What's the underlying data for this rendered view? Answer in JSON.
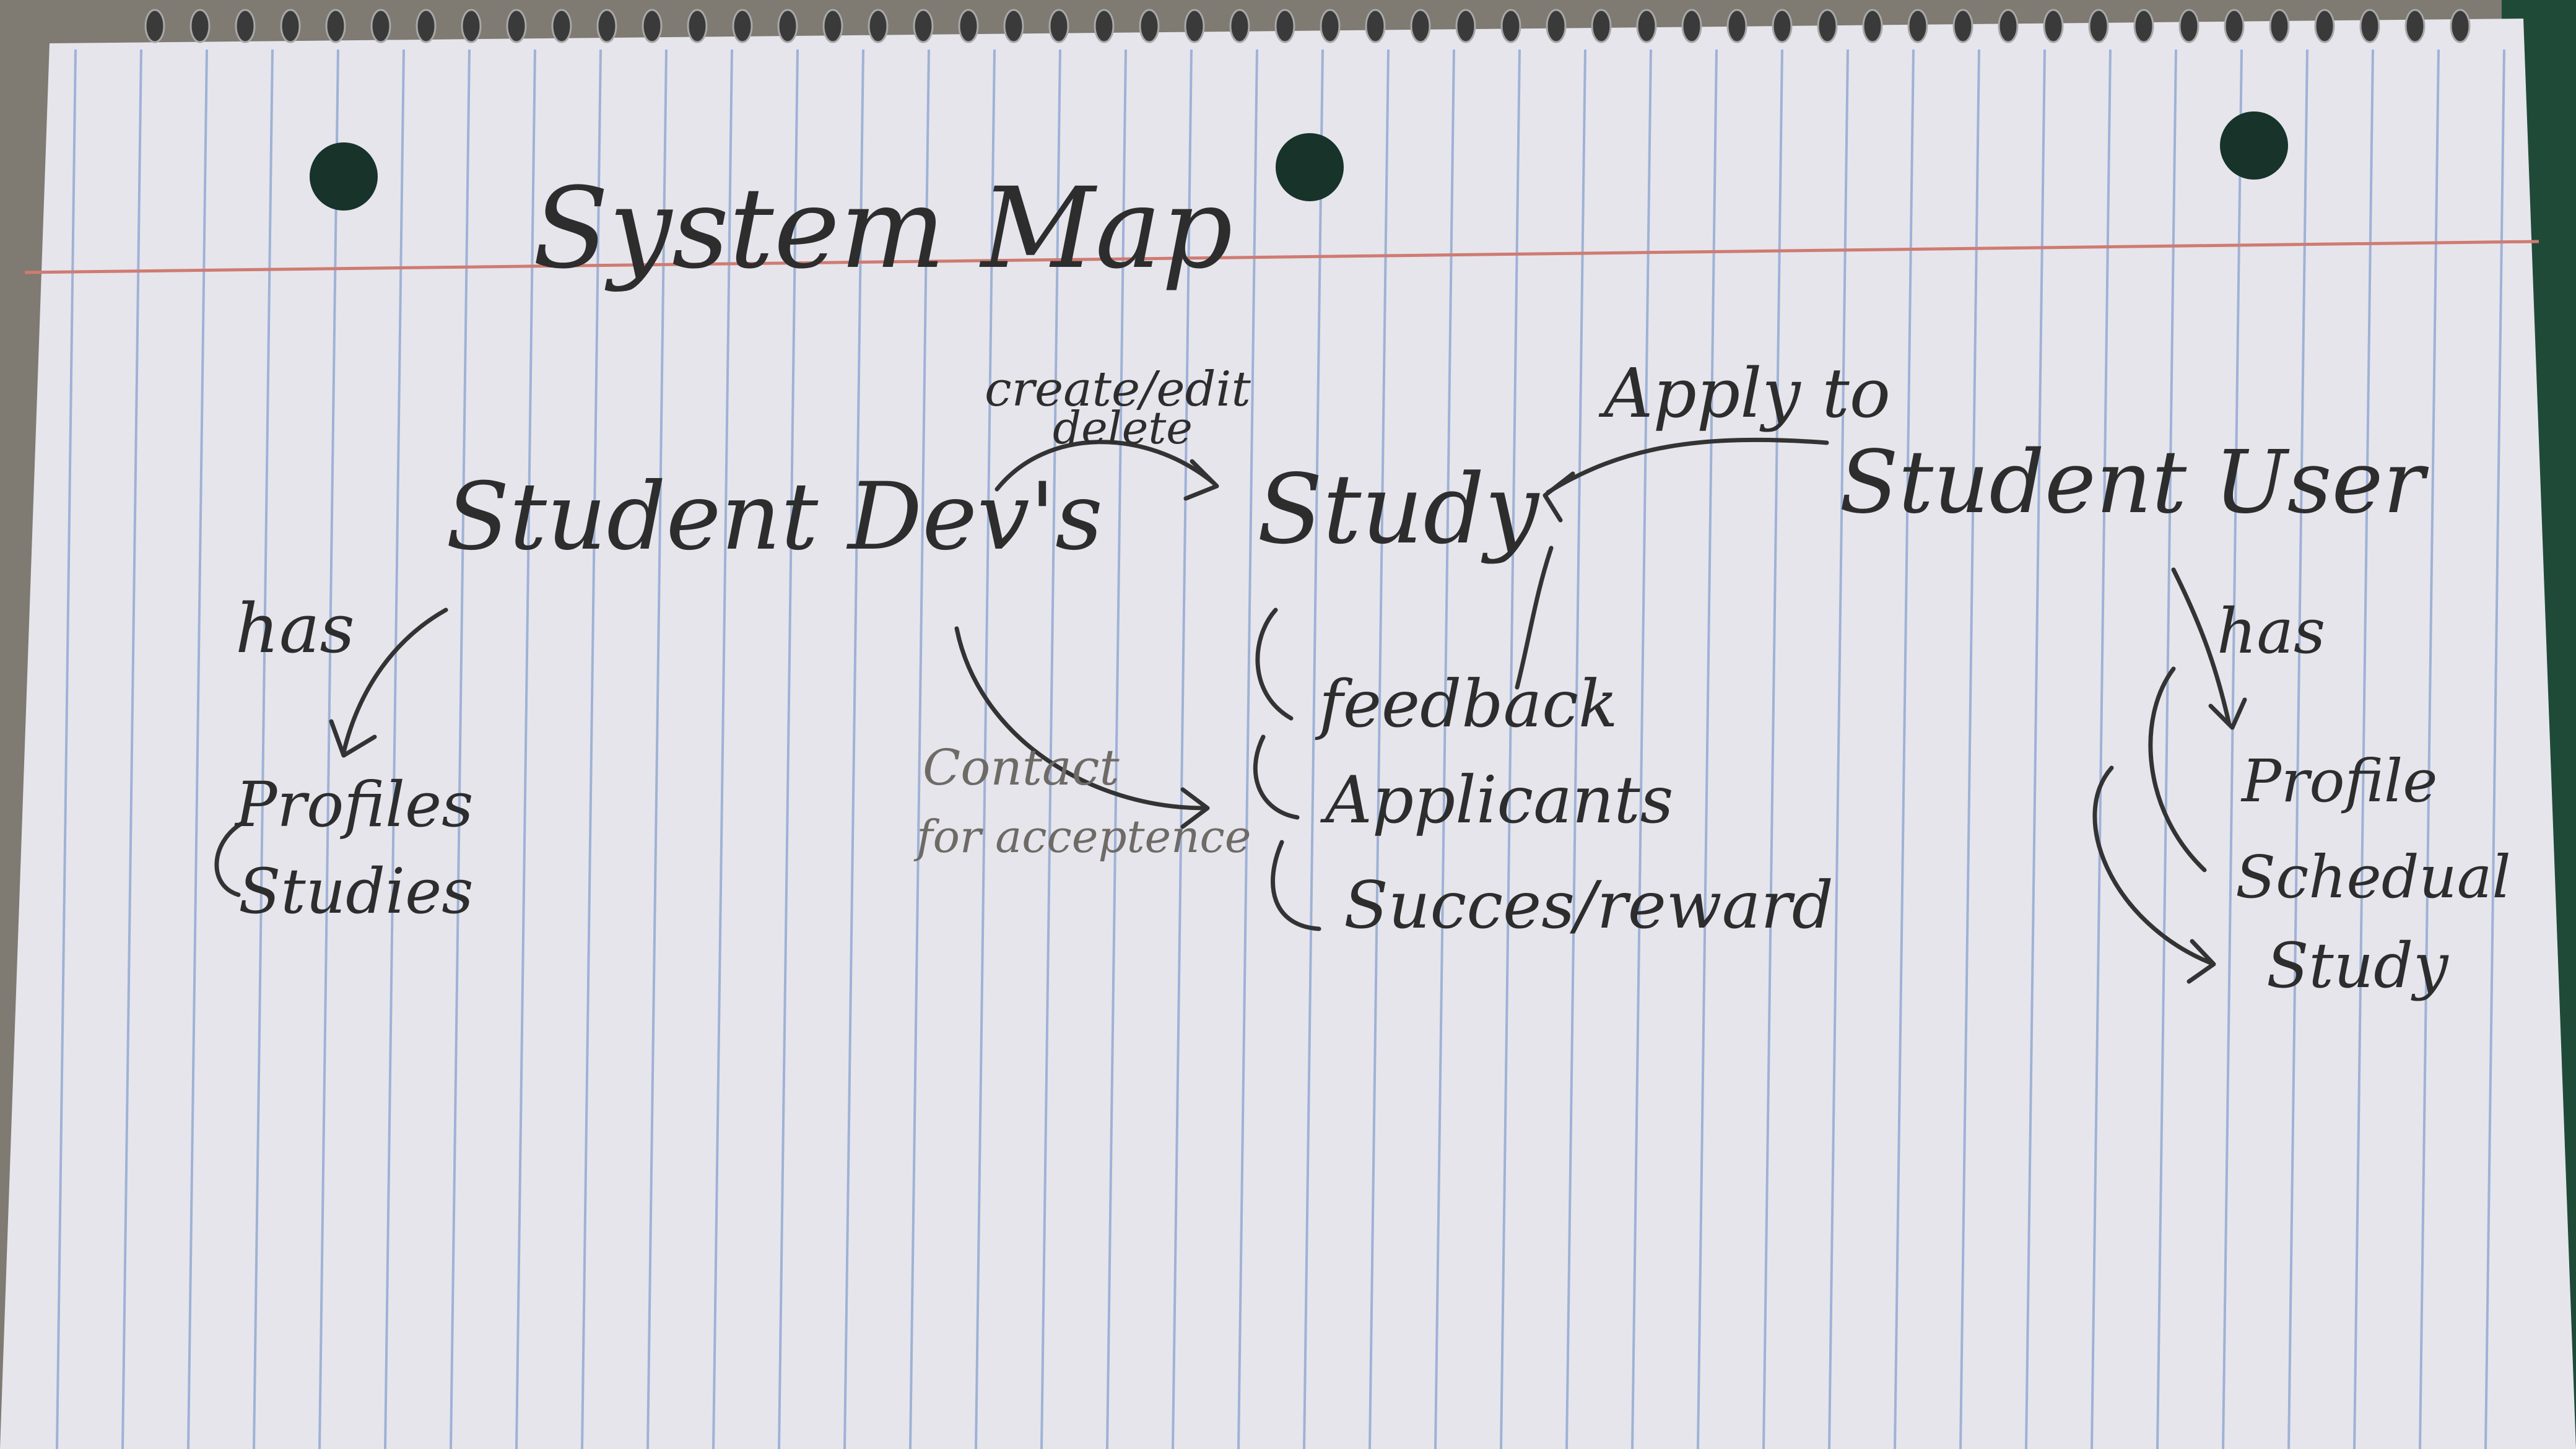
{
  "diagram": {
    "title": "System Map",
    "nodes": {
      "student_devs": "Student Dev's",
      "study": "Study",
      "student_user": "Student User"
    },
    "edges": {
      "create_edit": "create/edit",
      "delete": "delete",
      "apply_to": "Apply to",
      "has_left": "has",
      "contact": "Contact",
      "for_acceptance": "for acceptence",
      "has_right": "has"
    },
    "dev_items": [
      "Profiles",
      "Studies"
    ],
    "study_items": [
      "feedback",
      "Applicants",
      "Succes/reward"
    ],
    "user_items": [
      "Profile",
      "Schedual",
      "Study"
    ]
  }
}
